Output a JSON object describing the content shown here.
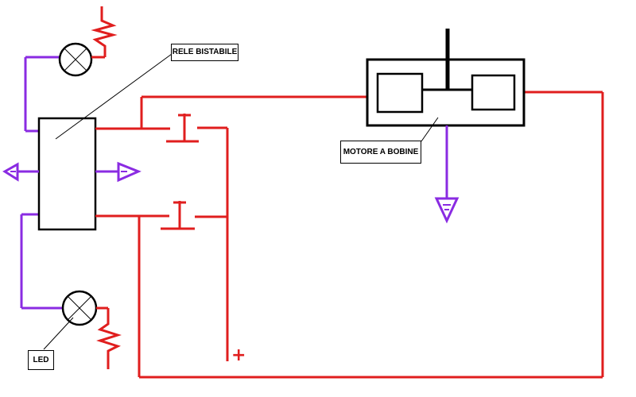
{
  "labels": {
    "relay": "RELE BISTABILE",
    "motor": "MOTORE A BOBINE",
    "led": "LED",
    "positive_terminal": "+"
  },
  "colors": {
    "wire_red": "#e01e1e",
    "wire_purple": "#8a2be2",
    "outline": "#000000"
  },
  "components": {
    "relay": "bistable-relay",
    "motor": "coil-motor",
    "lamps": [
      "lamp-top",
      "lamp-bottom"
    ],
    "resistors": [
      "resistor-top",
      "resistor-bottom"
    ],
    "switches": [
      "switch-top",
      "switch-bottom"
    ],
    "grounds": [
      "ground-left",
      "ground-center",
      "ground-motor"
    ]
  }
}
